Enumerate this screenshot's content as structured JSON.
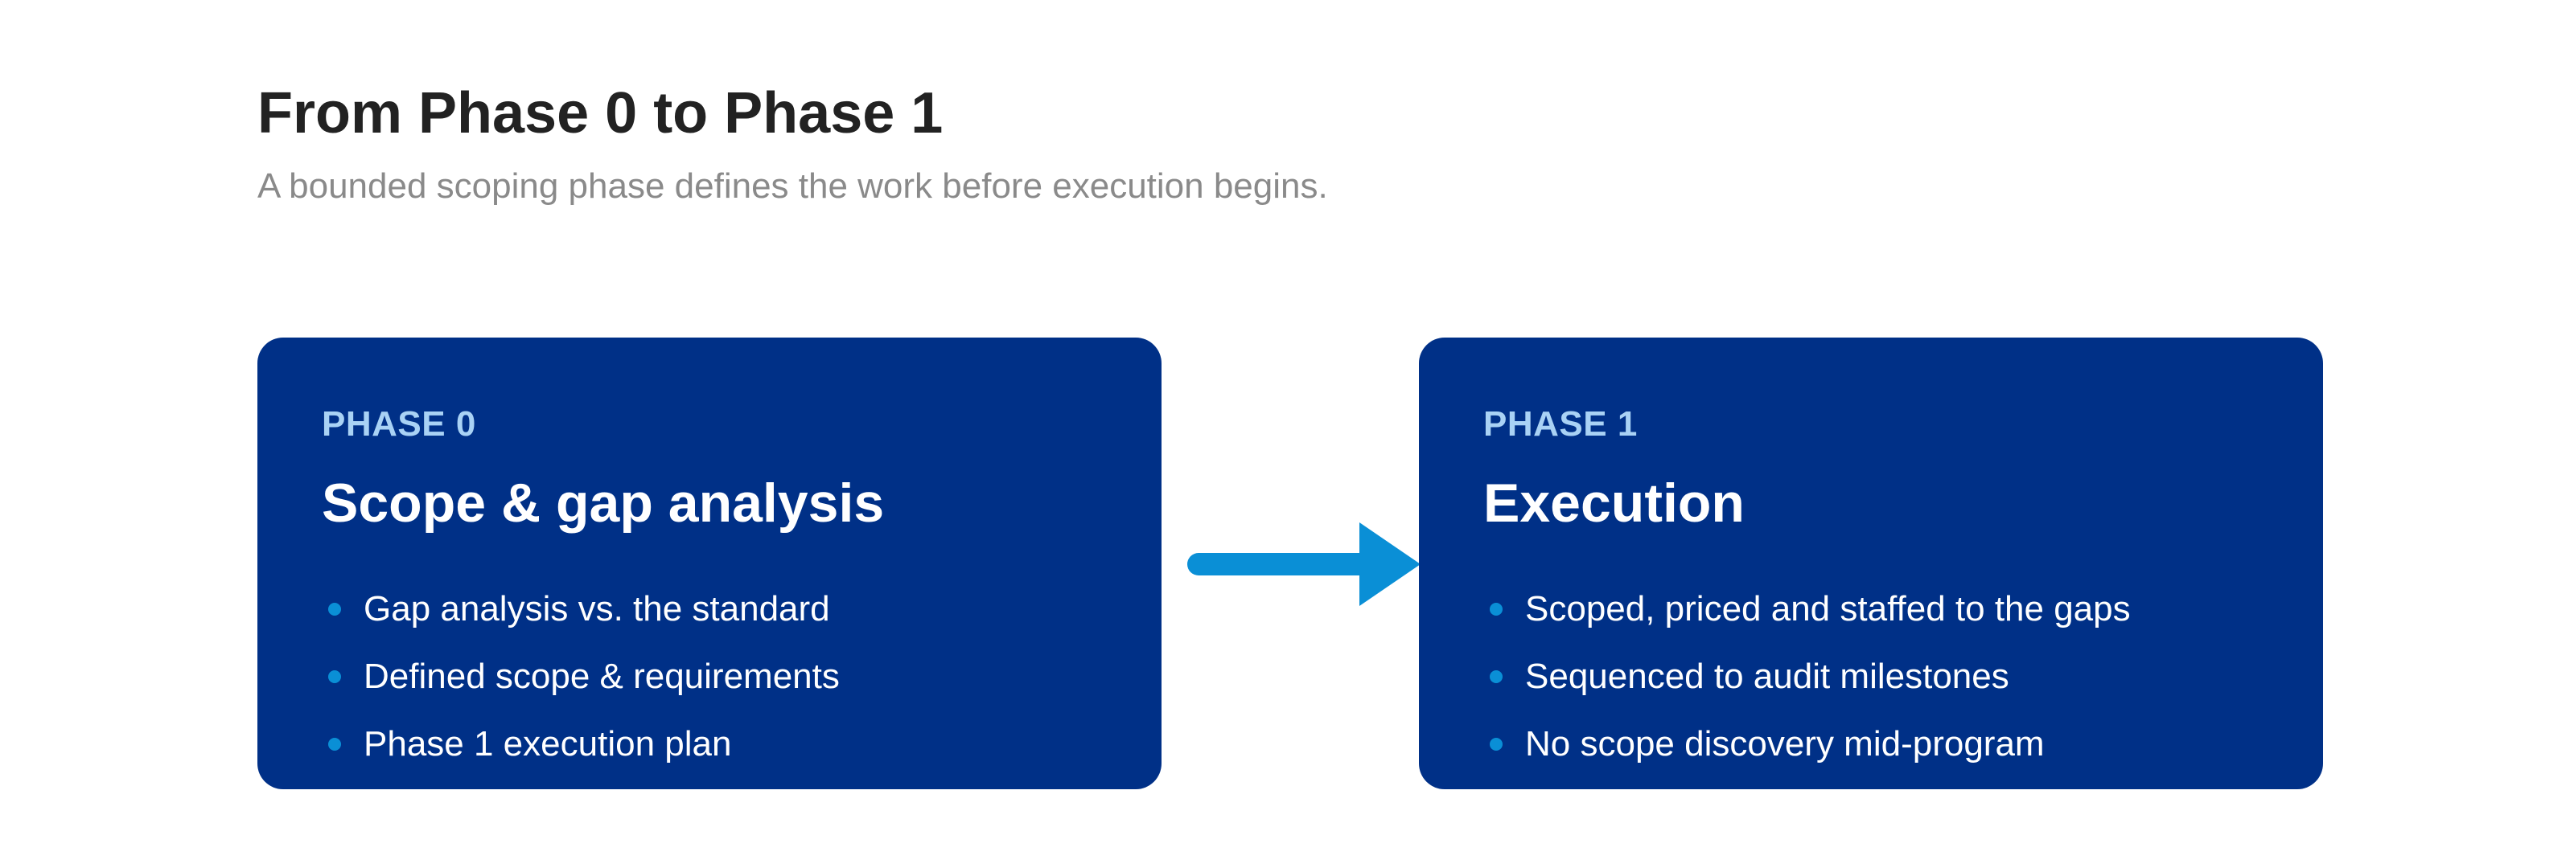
{
  "header": {
    "title": "From Phase 0 to Phase 1",
    "subtitle": "A bounded scoping phase defines the work before execution begins."
  },
  "phases": [
    {
      "label": "PHASE 0",
      "title": "Scope & gap analysis",
      "items": [
        "Gap analysis vs. the standard",
        "Defined scope & requirements",
        "Phase 1 execution plan"
      ]
    },
    {
      "label": "PHASE 1",
      "title": "Execution",
      "items": [
        "Scoped, priced and staffed to the gaps",
        "Sequenced to audit milestones",
        "No scope discovery mid-program"
      ]
    }
  ],
  "colors": {
    "card_background": "#003087",
    "card_label": "#a9d2f5",
    "accent": "#0a8fd6",
    "title_text": "#222222",
    "subtitle_text": "#8a8a8a"
  },
  "connector": {
    "icon": "arrow-right-icon"
  }
}
